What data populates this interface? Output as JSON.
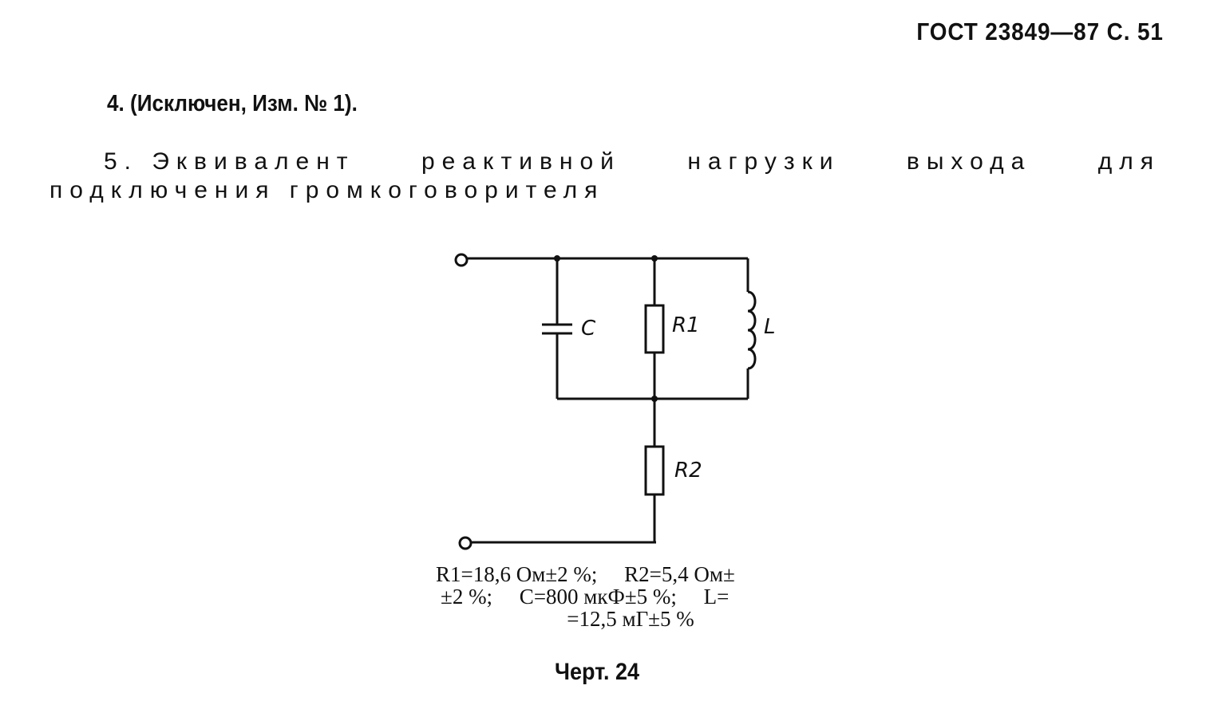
{
  "header": {
    "title": "ГОСТ 23849—87 С. 51"
  },
  "item4": {
    "text": "4. (Исключен, Изм. № 1)."
  },
  "item5": {
    "line1_words": [
      "5. Эквивалент",
      "реактивной",
      "нагрузки",
      "выхода",
      "для"
    ],
    "line2": "подключения громкоговорителя"
  },
  "diagram": {
    "labels": {
      "c": "C",
      "r1": "R1",
      "l": "L",
      "r2": "R2"
    }
  },
  "caption": {
    "line1": "R1=18,6 Ом±2 %;     R2=5,4 Ом±",
    "line2": "±2 %;     C=800 мкФ±5 %;     L=",
    "line3": "=12,5 мГ±5 %"
  },
  "figure": {
    "label": "Черт. 24"
  }
}
